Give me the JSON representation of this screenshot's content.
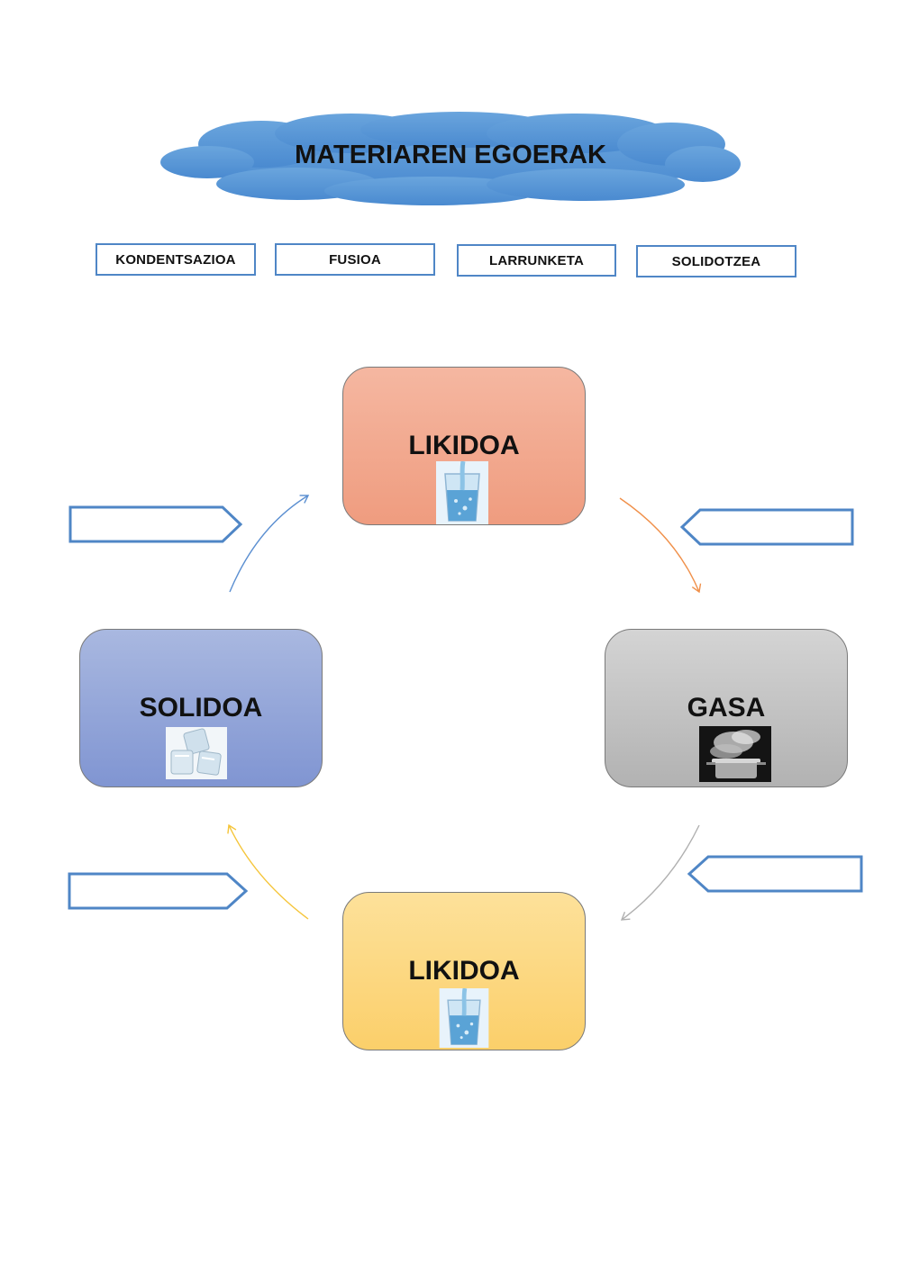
{
  "title": "MATERIAREN EGOERAK",
  "word_bank": [
    {
      "label": "KONDENTSAZIOA"
    },
    {
      "label": "FUSIOA"
    },
    {
      "label": "LARRUNKETA"
    },
    {
      "label": "SOLIDOTZEA"
    }
  ],
  "states": {
    "top": {
      "label": "LIKIDOA",
      "color_from": "#f5b7a1",
      "color_to": "#ef9c7f",
      "icon": "glass-of-water-icon"
    },
    "right": {
      "label": "GASA",
      "color_from": "#d4d4d4",
      "color_to": "#b2b2b2",
      "icon": "steaming-pot-icon"
    },
    "bottom": {
      "label": "LIKIDOA",
      "color_from": "#fde19a",
      "color_to": "#fbcf6a",
      "icon": "glass-of-water-icon"
    },
    "left": {
      "label": "SOLIDOA",
      "color_from": "#a9b8e0",
      "color_to": "#8095d2",
      "icon": "ice-cubes-icon"
    }
  },
  "arrow_colors": {
    "left_to_top": "#5b8fd1",
    "top_to_right": "#f0904a",
    "right_to_bottom": "#b0b0b0",
    "bottom_to_left": "#f5c53a"
  },
  "accent_colors": {
    "cloud": "#5b9bd5",
    "answer_box_border": "#4f86c6"
  }
}
